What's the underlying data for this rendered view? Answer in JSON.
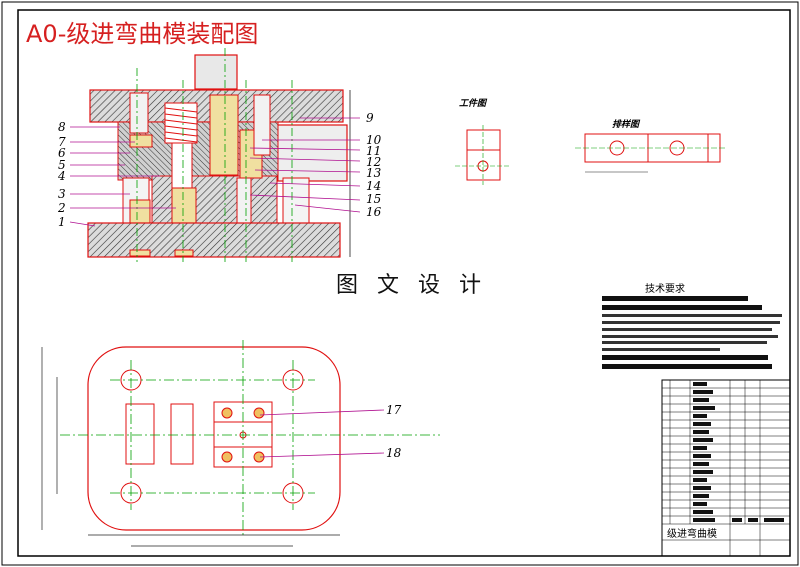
{
  "drawing": {
    "title": "A0-级进弯曲模装配图",
    "watermark": "图 文 设 计",
    "workpiece_view_label": "工件图",
    "layout_view_label": "排样图",
    "tech_requirements_title": "技术要求",
    "titleblock_name": "级进弯曲模",
    "part_numbers_top": [
      "1",
      "2",
      "3",
      "4",
      "5",
      "6",
      "7",
      "8",
      "9",
      "10",
      "11",
      "12",
      "13",
      "14",
      "15",
      "16"
    ],
    "part_numbers_bottom": [
      "17",
      "18"
    ]
  },
  "colors": {
    "outline": "#e01010",
    "hatch": "#222222",
    "centerline": "#00a000",
    "leader": "#b01090",
    "dimension": "#202020",
    "title": "#d62020"
  }
}
